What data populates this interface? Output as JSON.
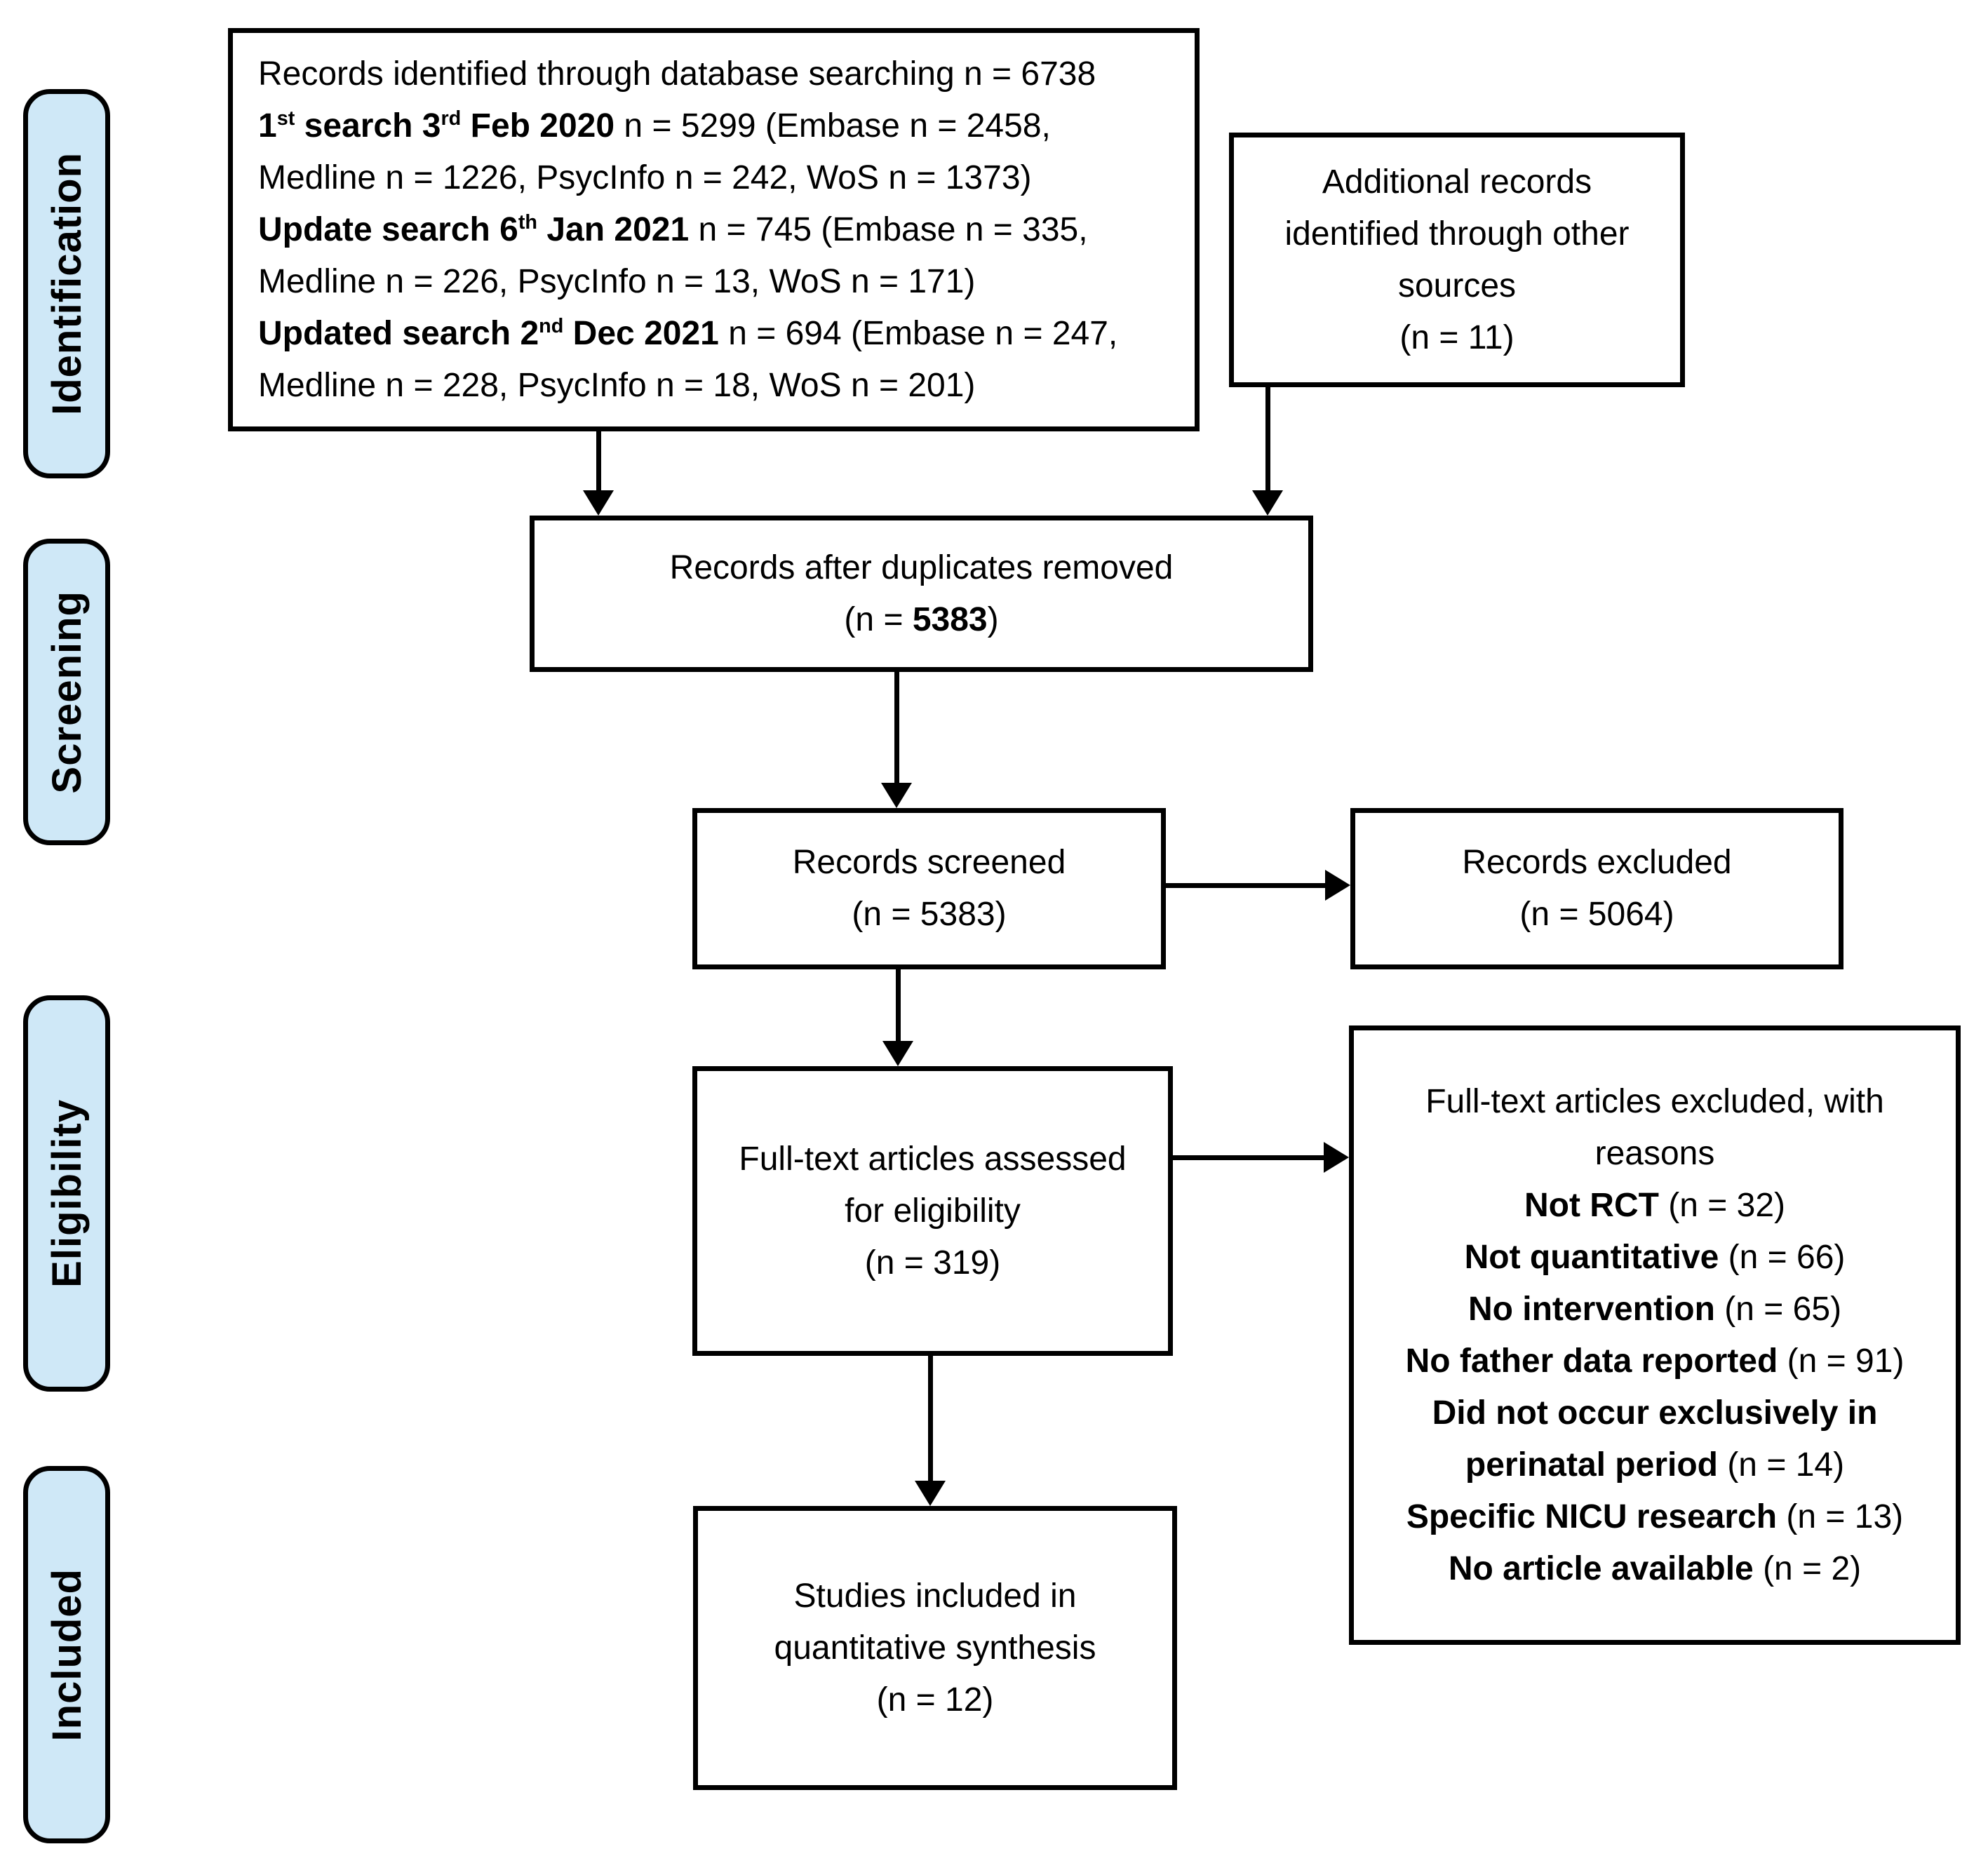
{
  "diagram": {
    "colors": {
      "stage_fill": "#cfe8f7",
      "line": "#000000",
      "background": "#ffffff"
    },
    "stages": {
      "identification": "Identification",
      "screening": "Screening",
      "eligibility": "Eligibility",
      "included": "Included"
    },
    "boxes": {
      "database_search": {
        "lines": [
          [
            {
              "t": "Records identified through database searching n = 6738"
            }
          ],
          [
            {
              "t": "1",
              "b": true
            },
            {
              "t": "st",
              "b": true,
              "sup": true
            },
            {
              "t": " search 3",
              "b": true
            },
            {
              "t": "rd",
              "b": true,
              "sup": true
            },
            {
              "t": " Feb 2020",
              "b": true
            },
            {
              "t": " n = 5299 (Embase n = 2458,"
            }
          ],
          [
            {
              "t": "Medline n = 1226, PsycInfo n = 242, WoS n = 1373)"
            }
          ],
          [
            {
              "t": "Update search 6",
              "b": true
            },
            {
              "t": "th",
              "b": true,
              "sup": true
            },
            {
              "t": " Jan 2021",
              "b": true
            },
            {
              "t": " n = 745 (Embase n = 335,"
            }
          ],
          [
            {
              "t": "Medline n = 226, PsycInfo n = 13, WoS n = 171)"
            }
          ],
          [
            {
              "t": "Updated search 2",
              "b": true
            },
            {
              "t": "nd",
              "b": true,
              "sup": true
            },
            {
              "t": " Dec 2021",
              "b": true
            },
            {
              "t": " n = 694 (Embase n = 247,"
            }
          ],
          [
            {
              "t": "Medline n = 228, PsycInfo n = 18, WoS n = 201)"
            }
          ]
        ]
      },
      "other_sources": {
        "lines": [
          [
            {
              "t": "Additional records"
            }
          ],
          [
            {
              "t": "identified through other"
            }
          ],
          [
            {
              "t": "sources"
            }
          ],
          [
            {
              "t": "(n = 11)"
            }
          ]
        ]
      },
      "duplicates_removed": {
        "lines": [
          [
            {
              "t": "Records after duplicates removed"
            }
          ],
          [
            {
              "t": "(n = "
            },
            {
              "t": "5383",
              "b": true
            },
            {
              "t": ")"
            }
          ]
        ]
      },
      "records_screened": {
        "lines": [
          [
            {
              "t": "Records screened"
            }
          ],
          [
            {
              "t": "(n = 5383)"
            }
          ]
        ]
      },
      "records_excluded": {
        "lines": [
          [
            {
              "t": "Records excluded"
            }
          ],
          [
            {
              "t": "(n = 5064)"
            }
          ]
        ]
      },
      "fulltext_assessed": {
        "lines": [
          [
            {
              "t": "Full-text articles assessed"
            }
          ],
          [
            {
              "t": "for eligibility"
            }
          ],
          [
            {
              "t": "(n = 319)"
            }
          ]
        ]
      },
      "fulltext_excluded": {
        "lines": [
          [
            {
              "t": "Full-text articles excluded, with"
            }
          ],
          [
            {
              "t": "reasons"
            }
          ],
          [
            {
              "t": "Not RCT",
              "b": true
            },
            {
              "t": " (n = 32)"
            }
          ],
          [
            {
              "t": "Not quantitative",
              "b": true
            },
            {
              "t": " (n = 66)"
            }
          ],
          [
            {
              "t": "No intervention",
              "b": true
            },
            {
              "t": " (n = 65)"
            }
          ],
          [
            {
              "t": "No father data reported",
              "b": true
            },
            {
              "t": " (n = 91)"
            }
          ],
          [
            {
              "t": "Did not occur exclusively in",
              "b": true
            }
          ],
          [
            {
              "t": "perinatal period",
              "b": true
            },
            {
              "t": " (n = 14)"
            }
          ],
          [
            {
              "t": "Specific NICU research",
              "b": true
            },
            {
              "t": " (n = 13)"
            }
          ],
          [
            {
              "t": "No article available",
              "b": true
            },
            {
              "t": " (n = 2)"
            }
          ]
        ]
      },
      "studies_included": {
        "lines": [
          [
            {
              "t": "Studies included in"
            }
          ],
          [
            {
              "t": "quantitative synthesis"
            }
          ],
          [
            {
              "t": "(n = 12)"
            }
          ]
        ]
      }
    }
  }
}
